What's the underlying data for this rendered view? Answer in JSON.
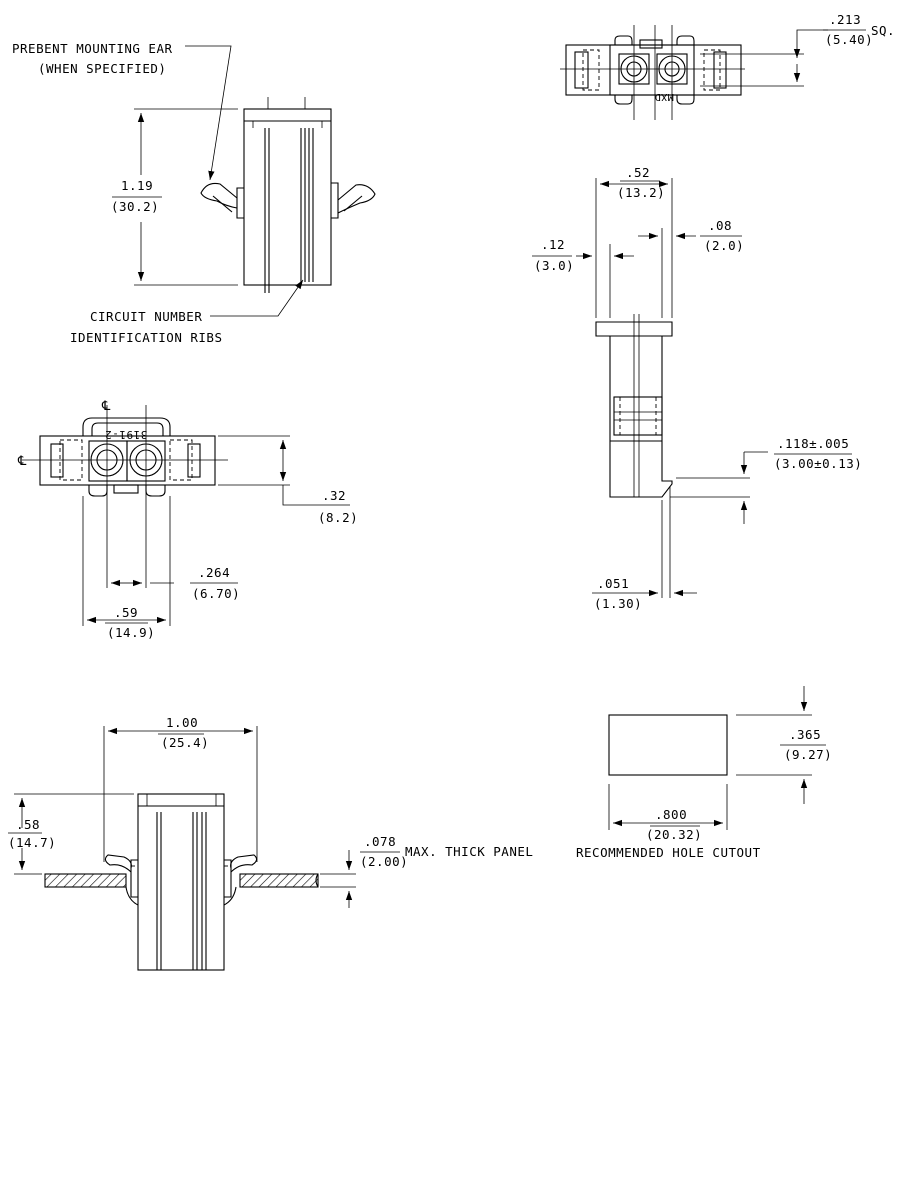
{
  "labels": {
    "prebent_mounting_ear": "PREBENT MOUNTING EAR",
    "when_specified": "(WHEN SPECIFIED)",
    "circuit_number": "CIRCUIT NUMBER",
    "identification_ribs": "IDENTIFICATION RIBS",
    "max_thick_panel": "MAX. THICK PANEL",
    "recommended_hole_cutout": "RECOMMENDED HOLE CUTOUT",
    "part_marking": "3191-2",
    "part_marking_top": "MXD",
    "centerline": "℄"
  },
  "dimensions": {
    "height_in": "1.19",
    "height_mm": "(30.2)",
    "square_in": ".213",
    "square_mm": "(5.40)",
    "square_suffix": "SQ.",
    "width52_in": ".52",
    "width52_mm": "(13.2)",
    "dim08_in": ".08",
    "dim08_mm": "(2.0)",
    "dim12_in": ".12",
    "dim12_mm": "(3.0)",
    "dim118_in": ".118±.005",
    "dim118_mm": "(3.00±0.13)",
    "dim051_in": ".051",
    "dim051_mm": "(1.30)",
    "dim32_in": ".32",
    "dim32_mm": "(8.2)",
    "pitch_in": ".264",
    "pitch_mm": "(6.70)",
    "width59_in": ".59",
    "width59_mm": "(14.9)",
    "width100_in": "1.00",
    "width100_mm": "(25.4)",
    "dim58_in": ".58",
    "dim58_mm": "(14.7)",
    "panel_in": ".078",
    "panel_mm": "(2.00)",
    "cutout_h_in": ".365",
    "cutout_h_mm": "(9.27)",
    "cutout_w_in": ".800",
    "cutout_w_mm": "(20.32)"
  }
}
